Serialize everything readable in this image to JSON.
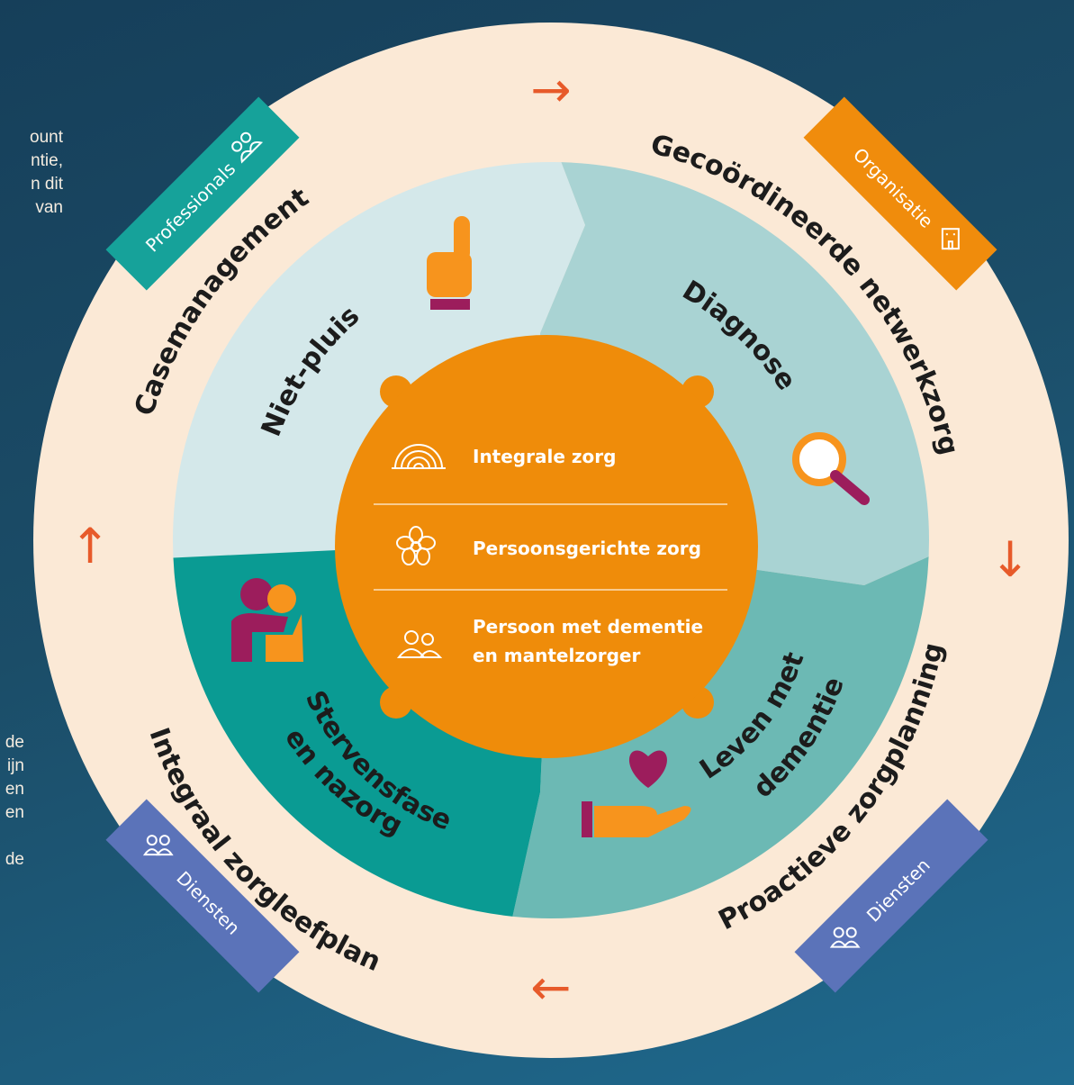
{
  "side_text_top": [
    "ount",
    "ntie,",
    "n dit",
    "van"
  ],
  "side_text_bottom": [
    "de",
    "ijn",
    "en",
    "en",
    "",
    "de"
  ],
  "ring": {
    "casemanagement": "Casemanagement",
    "netwerkzorg": "Gecoördineerde netwerkzorg",
    "zorgplanning": "Proactieve zorgplanning",
    "zorgleefplan": "Integraal zorgleefplan"
  },
  "banners": {
    "professionals": "Professionals",
    "organisatie": "Organisatie",
    "diensten_right": "Diensten",
    "diensten_left": "Diensten"
  },
  "phases": {
    "niet_pluis": "Niet-pluis",
    "diagnose": "Diagnose",
    "leven_line1": "Leven met",
    "leven_line2": "dementie",
    "sterven_line1": "Stervensfase",
    "sterven_line2": "en nazorg"
  },
  "center": {
    "item1": "Integrale zorg",
    "item2": "Persoonsgerichte zorg",
    "item3_line1": "Persoon met dementie",
    "item3_line2": "en mantelzorger"
  },
  "arrows": {
    "top": "→",
    "right": "↓",
    "bottom": "←",
    "left": "↑"
  },
  "colors": {
    "background": "#1b4d68",
    "outer_ring": "#fbe9d6",
    "niet_pluis": "#d4e8ea",
    "diagnose": "#a9d3d3",
    "leven": "#6cb9b4",
    "sterven": "#0a9b93",
    "center": "#ef8c0a",
    "professionals_banner": "#16a29a",
    "organisatie_banner": "#f08c0c",
    "diensten_banner": "#5b73b9",
    "arrow": "#e75a2a",
    "accent": "#9c1d5c"
  }
}
